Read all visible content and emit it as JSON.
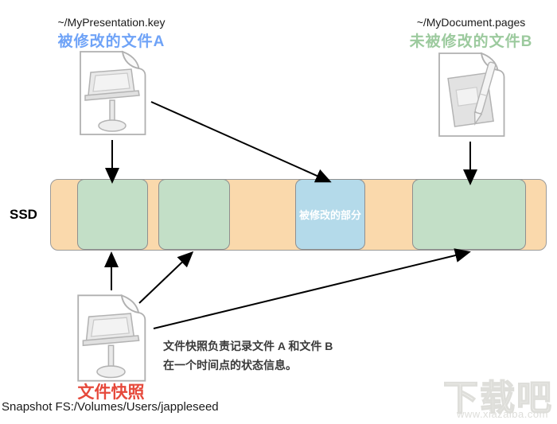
{
  "files": {
    "a": {
      "path": "~/MyPresentation.key",
      "label": "被修改的文件A",
      "label_color": "#6FA3F7",
      "icon": "keynote-file-icon"
    },
    "b": {
      "path": "~/MyDocument.pages",
      "label": "未被修改的文件B",
      "label_color": "#9CCA9E",
      "icon": "pages-file-icon"
    }
  },
  "ssd": {
    "label": "SSD",
    "modified_block_label": "被修改的部分",
    "colors": {
      "free_space": "#FAD9AC",
      "file_data_blocks": "#C3DFC7",
      "modified_block": "#B4DAEA",
      "border": "#9b9b9b"
    }
  },
  "snapshot": {
    "label": "文件快照",
    "label_color": "#E6493B",
    "icon": "keynote-file-icon",
    "description": [
      "文件快照负责记录文件 A 和文件 B",
      "在一个时间点的状态信息。"
    ]
  },
  "footer": {
    "snapshot_path": "Snapshot FS:/Volumes/Users/jappleseed"
  },
  "watermark": {
    "title": "下载吧",
    "url": "www.xiazaiba.com"
  }
}
